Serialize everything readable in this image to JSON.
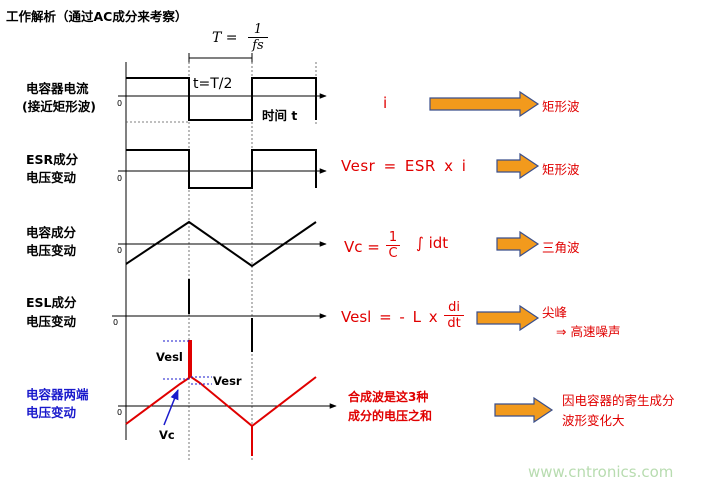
{
  "title": "工作解析（通过AC成分来考察）",
  "period": {
    "lhs": "T =",
    "num": "1",
    "den": "fs"
  },
  "half_period": "t=T/2",
  "time_label": "时间 t",
  "zero": "0",
  "rows": [
    {
      "label1": "电容器电流",
      "label2": "(接近矩形波)",
      "eq": "i",
      "result": "矩形波"
    },
    {
      "label1": "ESR成分",
      "label2": "电压变动",
      "eq": "Vesr = ESR x i",
      "result": "矩形波"
    },
    {
      "label1": "电容成分",
      "label2": "电压变动",
      "eq_lhs": "Vc =",
      "eq_num": "1",
      "eq_den": "C",
      "eq_rhs": "∫ idt",
      "result": "三角波"
    },
    {
      "label1": "ESL成分",
      "label2": "电压变动",
      "eq_lhs": "Vesl = - L x",
      "eq_num": "di",
      "eq_den": "dt",
      "result": "尖峰",
      "result2": "⇒ 高速噪声"
    },
    {
      "label1": "电容器两端",
      "label2": "电压变动",
      "eq1": "合成波是这3种",
      "eq2": "成分的电压之和",
      "result": "因电容器的寄生成分",
      "result2": "波形变化大"
    }
  ],
  "annotations": {
    "vesl": "Vesl",
    "vesr": "Vesr",
    "vc": "Vc"
  },
  "watermark": "www.cntronics.com",
  "colors": {
    "arrow_fill": "#f29a1c",
    "arrow_stroke": "#3a4f8c",
    "red": "#e00000",
    "blue": "#1a1acc",
    "watermark": "#b8dcb0"
  }
}
